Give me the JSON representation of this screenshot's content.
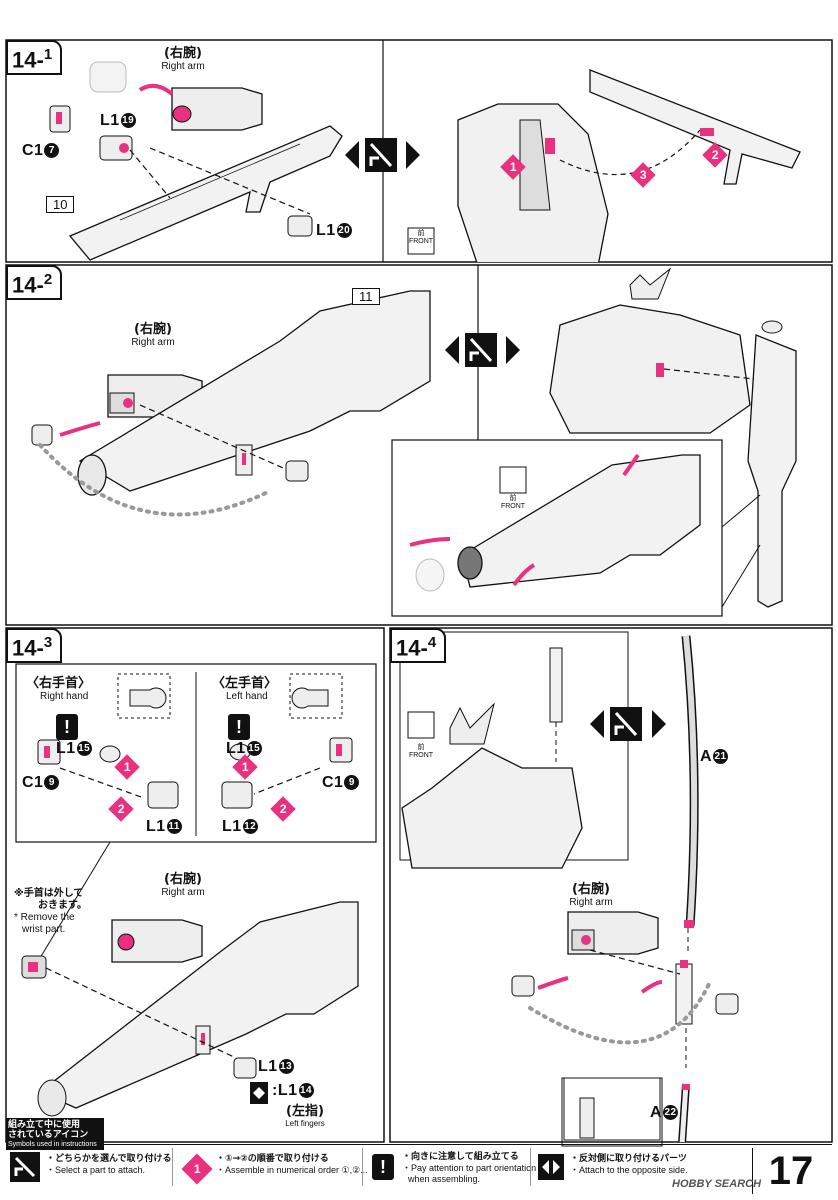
{
  "steps": {
    "s1": {
      "num": "14",
      "sub": "1"
    },
    "s2": {
      "num": "14",
      "sub": "2"
    },
    "s3": {
      "num": "14",
      "sub": "3"
    },
    "s4": {
      "num": "14",
      "sub": "4"
    }
  },
  "labels": {
    "right_arm_jp": "(右腕)",
    "right_arm_en": "Right arm",
    "right_arm_jp2": "〈右腕〉",
    "right_hand_jp": "〈右手首〉",
    "right_hand_en": "Right hand",
    "left_hand_jp": "〈左手首〉",
    "left_hand_en": "Left hand",
    "front_jp": "前",
    "front_en": "FRONT",
    "remove_wrist_jp1": "※手首は外して",
    "remove_wrist_jp2": "おきます。",
    "remove_wrist_en1": "* Remove the",
    "remove_wrist_en2": "wrist part.",
    "left_fingers_jp": "(左指)",
    "left_fingers_en": "Left fingers"
  },
  "parts": {
    "l1_19": {
      "code": "L1",
      "n": "19"
    },
    "c1_7": {
      "code": "C1",
      "n": "7"
    },
    "l1_20": {
      "code": "L1",
      "n": "20"
    },
    "p10": "10",
    "p11": "11",
    "l1_15a": {
      "code": "L1",
      "n": "15"
    },
    "c1_9a": {
      "code": "C1",
      "n": "9"
    },
    "l1_11": {
      "code": "L1",
      "n": "11"
    },
    "l1_15b": {
      "code": "L1",
      "n": "15"
    },
    "c1_9b": {
      "code": "C1",
      "n": "9"
    },
    "l1_12": {
      "code": "L1",
      "n": "12"
    },
    "l1_13": {
      "code": "L1",
      "n": "13"
    },
    "l1_14": {
      "code": ":L1",
      "n": "14"
    },
    "a21": {
      "code": "A",
      "n": "21"
    },
    "a22": {
      "code": "A",
      "n": "22"
    }
  },
  "sequence": {
    "one": "1",
    "two": "2",
    "three": "3"
  },
  "footer": {
    "heading_jp1": "組み立て中に使用",
    "heading_jp2": "されているアイコン",
    "heading_en": "Symbols used in instructions",
    "select_jp": "・どちらかを選んで取り付ける",
    "select_en": "・Select a part to attach.",
    "order_jp": "・①→②の順番で取り付ける",
    "order_en": "・Assemble in numerical order ①,②...",
    "orient_jp": "・向きに注意して組み立てる",
    "orient_en1": "・Pay attention to part orientation",
    "orient_en2": "when assembling.",
    "opposite_jp": "・反対側に取り付けるパーツ",
    "opposite_en": "・Attach to the opposite side.",
    "page_number": "17",
    "watermark": "HOBBY SEARCH"
  },
  "colors": {
    "accent": "#e8317f",
    "ink": "#111111",
    "part_gray": "#e6e6e6"
  }
}
